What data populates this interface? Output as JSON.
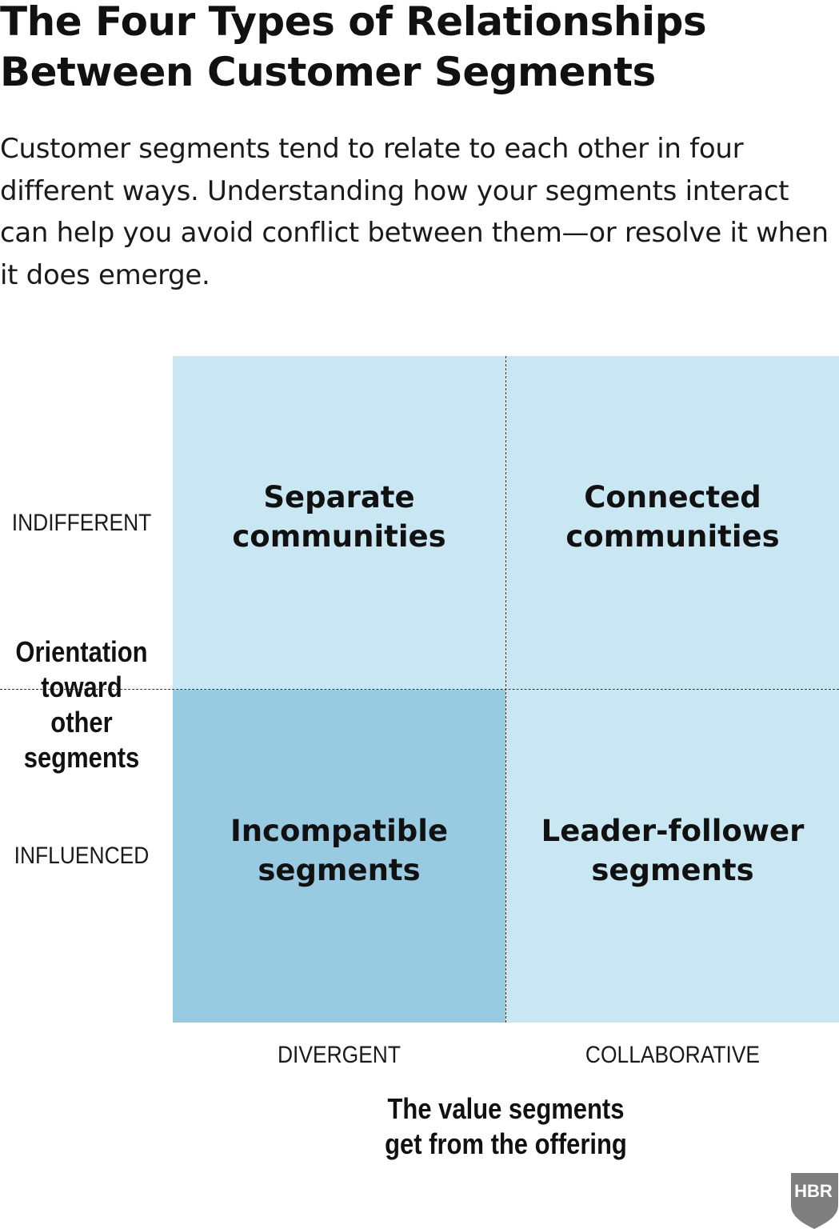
{
  "title": "The Four Types of Relationships\nBetween Customer Segments",
  "subtitle": "Customer segments tend to relate to each other in four different ways. Understanding how your segments interact can help you avoid conflict between them—or resolve it when it does emerge.",
  "matrix": {
    "quadrants": [
      {
        "id": "separate",
        "label": "Separate\ncommunities",
        "color": "#c9e7f3"
      },
      {
        "id": "connected",
        "label": "Connected\ncommunities",
        "color": "#c9e7f3"
      },
      {
        "id": "incompatible",
        "label": "Incompatible\nsegments",
        "color": "#98cae2"
      },
      {
        "id": "leader",
        "label": "Leader-follower\nsegments",
        "color": "#c9e7f3"
      }
    ]
  },
  "y_axis": {
    "title": "Orientation\ntoward other\nsegments",
    "top_label": "INDIFFERENT",
    "bottom_label": "INFLUENCED"
  },
  "x_axis": {
    "title": "The value segments\nget from the offering",
    "left_label": "DIVERGENT",
    "right_label": "COLLABORATIVE"
  },
  "logo": {
    "text": "HBR",
    "color": "#7f7f7f"
  }
}
